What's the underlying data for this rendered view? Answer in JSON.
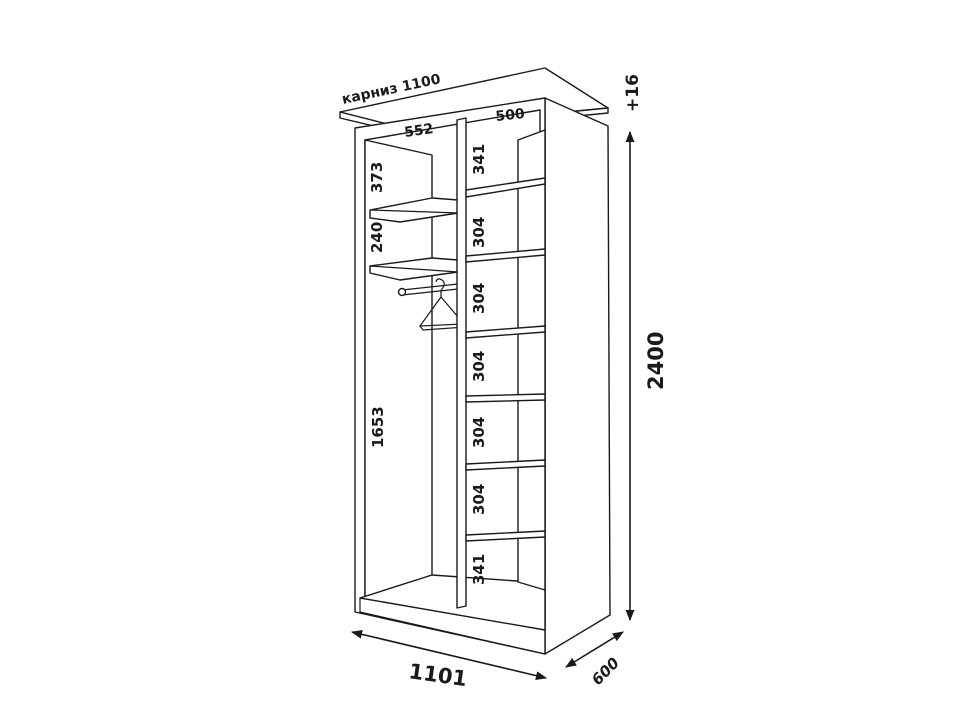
{
  "labels": {
    "cornice": "карниз 1100",
    "cornice_extra": "+16",
    "depth_left": "552",
    "depth_right": "500",
    "left_top": "373",
    "left_mid": "240",
    "left_bottom": "1653",
    "right_sections": [
      "341",
      "304",
      "304",
      "304",
      "304",
      "304",
      "341"
    ],
    "height": "2400",
    "width": "1101",
    "depth": "600"
  },
  "colors": {
    "stroke": "#1a1a1a",
    "background": "#ffffff"
  }
}
